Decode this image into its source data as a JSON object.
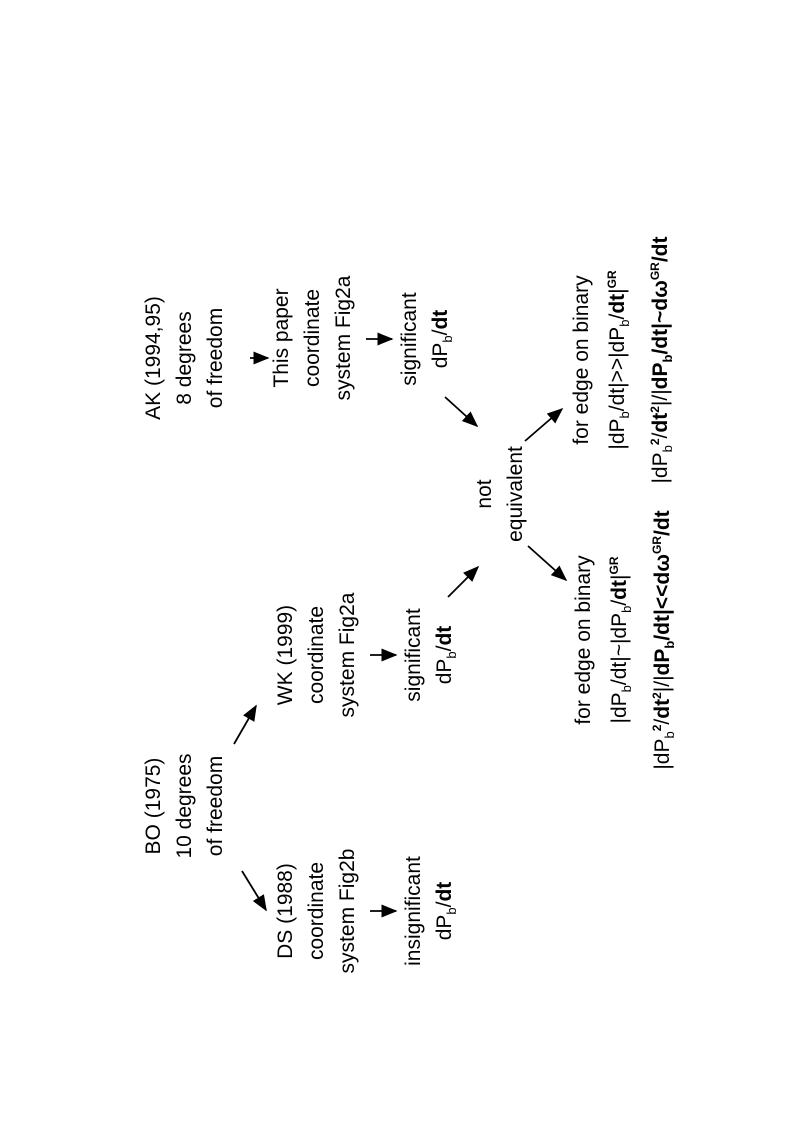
{
  "nodes": {
    "bo": [
      "BO (1975)",
      "10 degrees",
      "of freedom"
    ],
    "ak": [
      "AK (1994,95)",
      "8 degrees",
      "of freedom"
    ],
    "ds": [
      "DS (1988)",
      "coordinate",
      "system Fig2b"
    ],
    "wk": [
      "WK (1999)",
      "coordinate",
      "system Fig2a"
    ],
    "tp": [
      "This paper",
      "coordinate",
      "system Fig2a"
    ],
    "ds_out": {
      "word": "insignificant",
      "d": "dP",
      "b": "b",
      "slash": "/",
      "dt": "dt"
    },
    "wk_out": {
      "word": "significant",
      "d": "dP",
      "b": "b",
      "slash": "/",
      "dt": "dt"
    },
    "tp_out": {
      "word": "significant",
      "d": "dP",
      "b": "b",
      "slash": "/",
      "dt": "dt"
    },
    "ne": [
      "not",
      "equivalent"
    ],
    "left_cond": {
      "title": "for edge on binary",
      "l2": {
        "a": "|dP",
        "b": "b",
        "c": "/dt|~|dP",
        "d": "b",
        "e": "/",
        "f": "dt",
        "g": "|",
        "h": "GR"
      },
      "l3": {
        "a": "|dP",
        "b": "b",
        "c": "2",
        "d": "/",
        "e": "dt",
        "f": "2",
        "g": "|/|",
        "h": "dP",
        "i": "b",
        "j": "/",
        "k": "dt",
        "l": "|<<",
        "m": "dω",
        "n": "GR",
        "o": "/",
        "p": "dt"
      }
    },
    "right_cond": {
      "title": "for edge on binary",
      "l2": {
        "a": "|dP",
        "b": "b",
        "c": "/dt|>>|dP",
        "d": "b",
        "e": "/",
        "f": "dt",
        "g": "|",
        "h": "GR"
      },
      "l3": {
        "a": "|dP",
        "b": "b",
        "c": "2",
        "d": "/",
        "e": "dt",
        "f": "2",
        "g": "|/|",
        "h": "dP",
        "i": "b",
        "j": "/",
        "k": "dt",
        "l": "|~",
        "m": "dω",
        "n": "GR",
        "o": "/",
        "p": "dt"
      }
    }
  }
}
